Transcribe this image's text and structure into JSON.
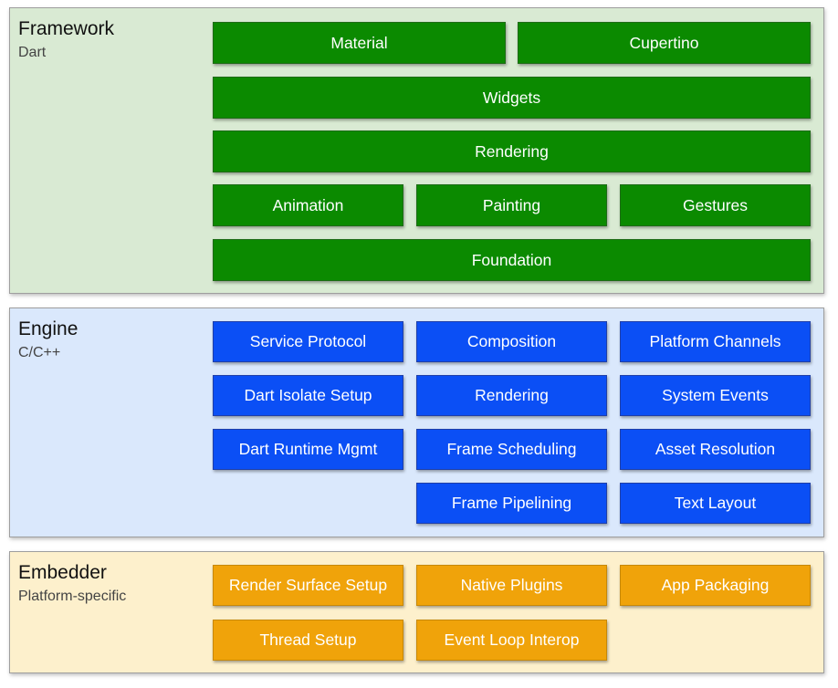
{
  "framework": {
    "title": "Framework",
    "subtitle": "Dart",
    "color": "#0b8a00",
    "boxes": {
      "material": "Material",
      "cupertino": "Cupertino",
      "widgets": "Widgets",
      "rendering": "Rendering",
      "animation": "Animation",
      "painting": "Painting",
      "gestures": "Gestures",
      "foundation": "Foundation"
    }
  },
  "engine": {
    "title": "Engine",
    "subtitle": "C/C++",
    "color": "#0b4ff5",
    "boxes": {
      "service_protocol": "Service Protocol",
      "composition": "Composition",
      "platform_channels": "Platform Channels",
      "dart_isolate_setup": "Dart Isolate Setup",
      "rendering": "Rendering",
      "system_events": "System Events",
      "dart_runtime_mgmt": "Dart Runtime Mgmt",
      "frame_scheduling": "Frame Scheduling",
      "asset_resolution": "Asset Resolution",
      "frame_pipelining": "Frame Pipelining",
      "text_layout": "Text Layout"
    }
  },
  "embedder": {
    "title": "Embedder",
    "subtitle": "Platform-specific",
    "color": "#f0a30a",
    "boxes": {
      "render_surface_setup": "Render Surface Setup",
      "native_plugins": "Native Plugins",
      "app_packaging": "App Packaging",
      "thread_setup": "Thread Setup",
      "event_loop_interop": "Event Loop Interop"
    }
  }
}
